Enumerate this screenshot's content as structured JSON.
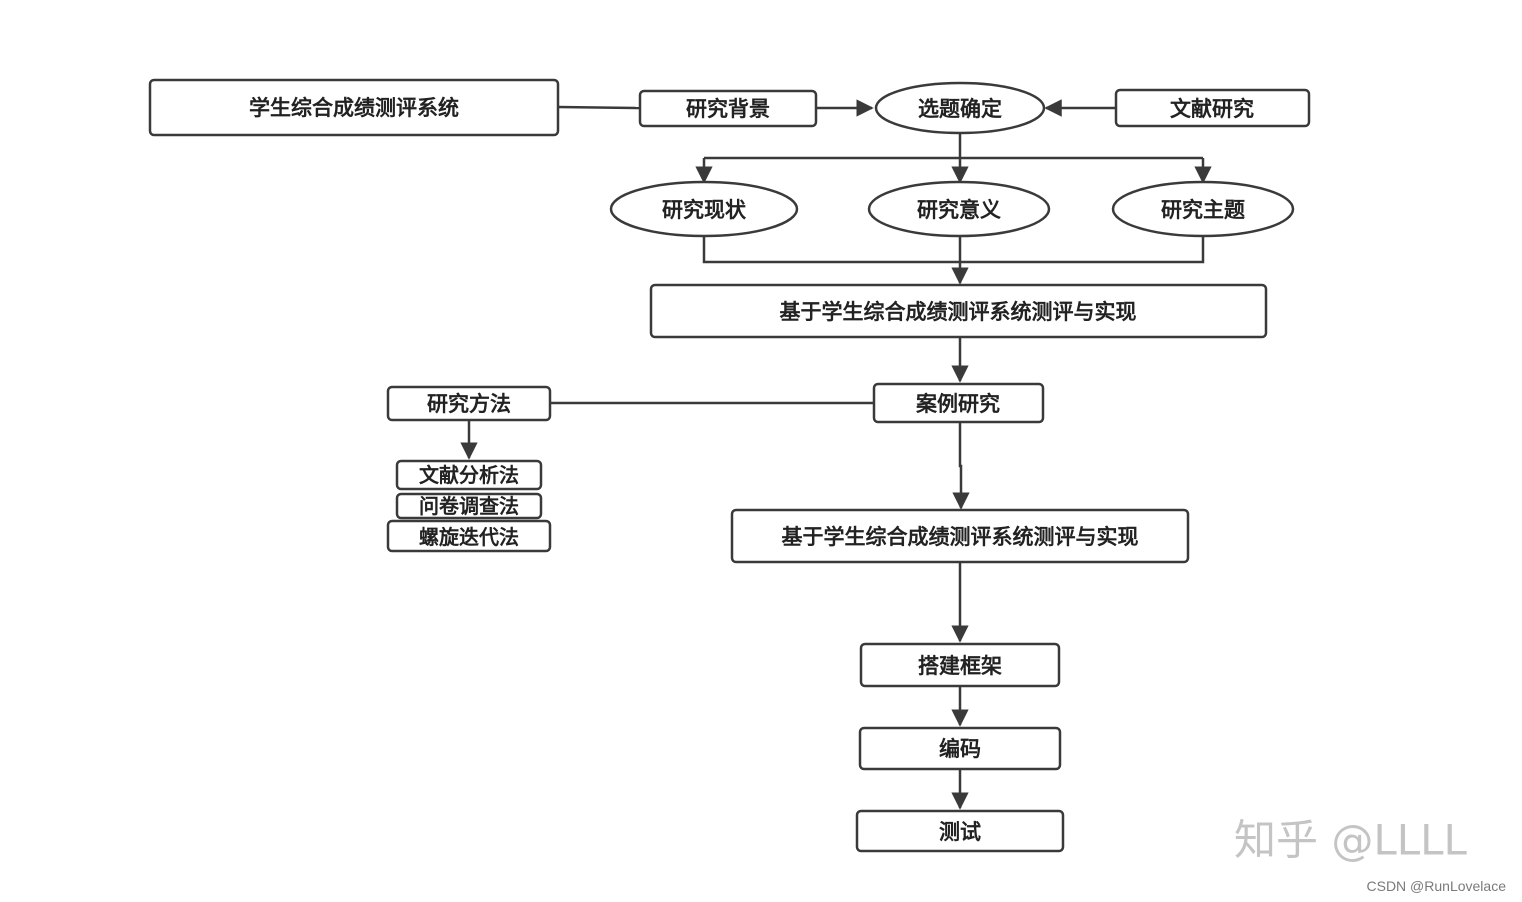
{
  "nodes": {
    "system_title": "学生综合成绩测评系统",
    "research_background": "研究背景",
    "topic_selection": "选题确定",
    "literature_research": "文献研究",
    "research_status": "研究现状",
    "research_significance": "研究意义",
    "research_theme": "研究主题",
    "implementation_1": "基于学生综合成绩测评系统测评与实现",
    "case_study": "案例研究",
    "research_methods": "研究方法",
    "method_literature_analysis": "文献分析法",
    "method_questionnaire": "问卷调查法",
    "method_spiral_iteration": "螺旋迭代法",
    "implementation_2": "基于学生综合成绩测评系统测评与实现",
    "build_framework": "搭建框架",
    "coding": "编码",
    "testing": "测试"
  },
  "watermark": {
    "text": "知乎 @LLLL",
    "credit": "CSDN @RunLovelace"
  }
}
